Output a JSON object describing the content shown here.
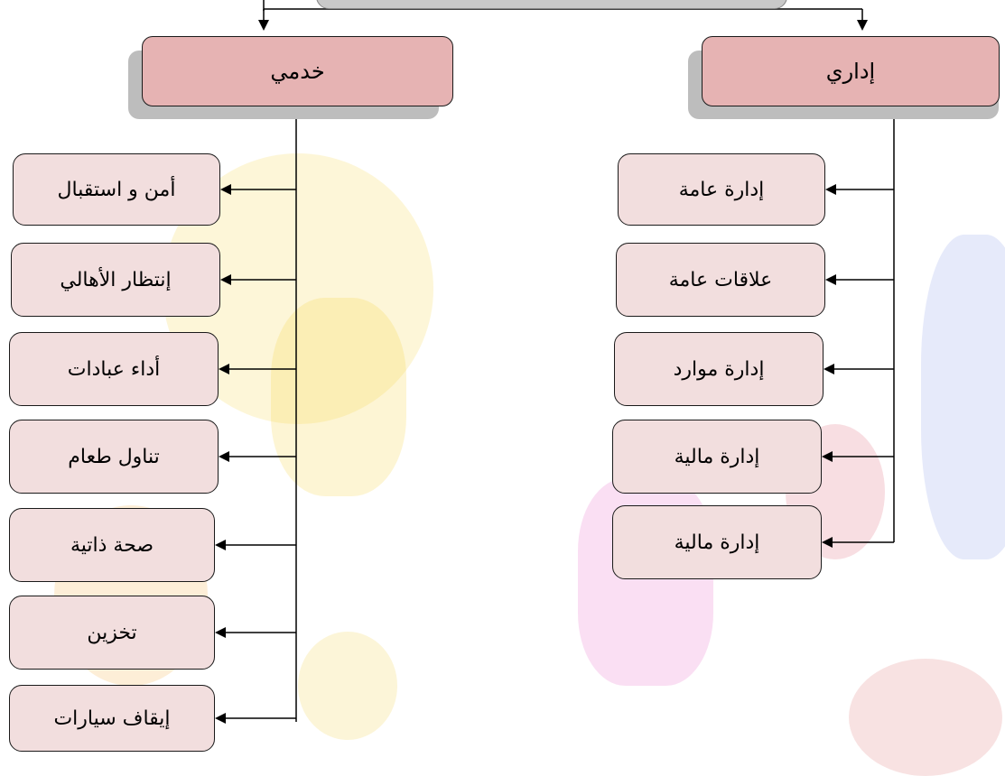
{
  "colors": {
    "head_fill": "#e6b3b3",
    "box_fill": "#f2dede",
    "shadow": "#bdbdbd",
    "line": "#000000"
  },
  "branches": {
    "left": {
      "title": "خدمي",
      "items": [
        "أمن و استقبال",
        "إنتظار الأهالي",
        "أداء عبادات",
        "تناول طعام",
        "صحة ذاتية",
        "تخزين",
        "إيقاف سيارات"
      ]
    },
    "right": {
      "title": "إداري",
      "items": [
        "إدارة عامة",
        "علاقات عامة",
        "إدارة موارد",
        "إدارة مالية",
        "إدارة مالية"
      ]
    }
  }
}
